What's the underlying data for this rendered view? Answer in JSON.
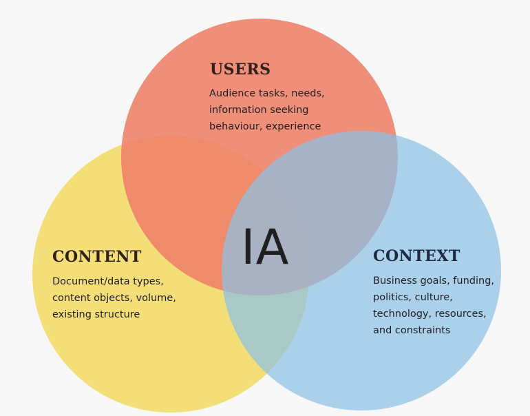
{
  "diagram": {
    "center_label": "IA",
    "circles": {
      "users": {
        "title": "USERS",
        "lines": [
          "Audience tasks, needs,",
          "information seeking",
          "behaviour, experience"
        ],
        "color": "#ee7f68"
      },
      "content": {
        "title": "CONTENT",
        "lines": [
          "Document/data types,",
          "content objects, volume,",
          "existing structure"
        ],
        "color": "#f2db6c"
      },
      "context": {
        "title": "CONTEXT",
        "lines": [
          "Business goals, funding,",
          "politics, culture,",
          "technology, resources,",
          "and constraints"
        ],
        "color": "#8cc0e4"
      }
    }
  }
}
